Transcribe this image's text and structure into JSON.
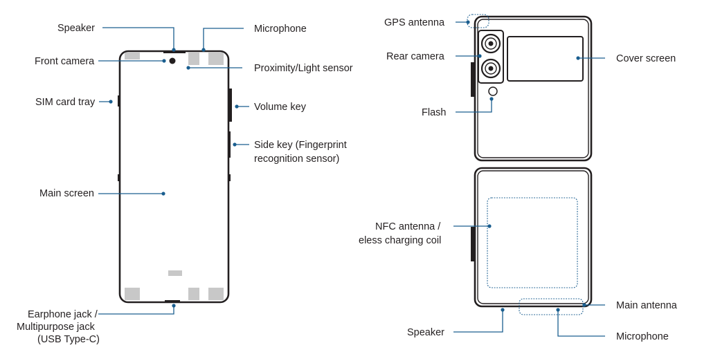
{
  "front": {
    "speaker": "Speaker",
    "microphone": "Microphone",
    "front_camera": "Front camera",
    "proximity_sensor": "Proximity/Light sensor",
    "sim_tray": "SIM card tray",
    "volume_key": "Volume key",
    "side_key_line1": "Side key (Fingerprint",
    "side_key_line2": "recognition sensor)",
    "main_screen": "Main screen",
    "jack_line1": "Earphone jack /",
    "jack_line2": "Multipurpose jack",
    "jack_line3": "(USB Type-C)"
  },
  "back_top": {
    "gps_antenna": "GPS antenna",
    "rear_camera": "Rear camera",
    "cover_screen": "Cover screen",
    "flash": "Flash"
  },
  "back_bottom": {
    "nfc_line1": "NFC antenna /",
    "nfc_line2": "eless charging coil",
    "main_antenna": "Main antenna",
    "speaker": "Speaker",
    "microphone": "Microphone"
  },
  "colors": {
    "leader": "#1a5e8f",
    "outline": "#231f20",
    "antenna_area": "#c8c8c8"
  }
}
